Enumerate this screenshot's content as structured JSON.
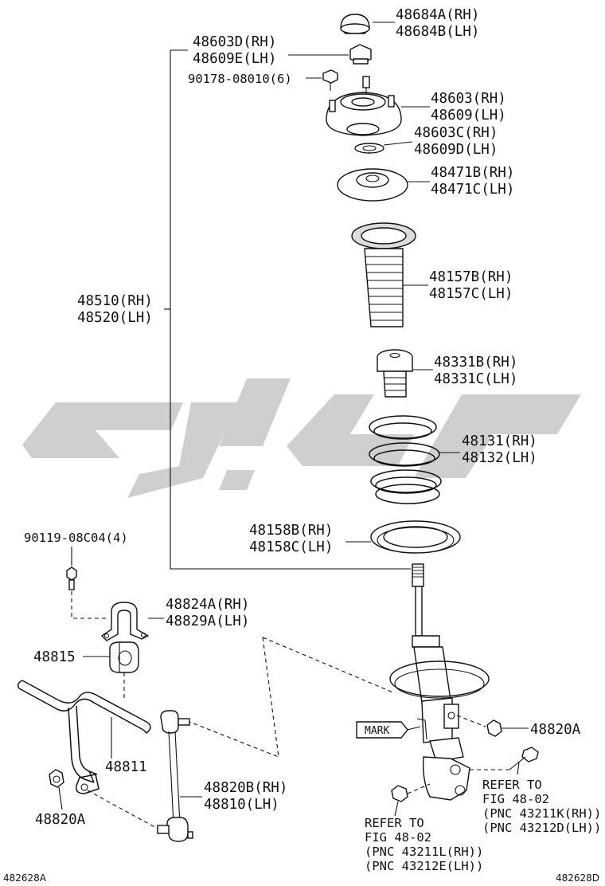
{
  "labels": {
    "mount_cap_a": "48684A(RH)",
    "mount_cap_b": "48684B(LH)",
    "nut_d": "48603D(RH)",
    "nut_e": "48609E(LH)",
    "mount_bolt": "90178-08010(6)",
    "mount_rh": "48603(RH)",
    "mount_lh": "48609(LH)",
    "washer_c": "48603C(RH)",
    "washer_d": "48609D(LH)",
    "insul_b": "48471B(RH)",
    "insul_c": "48471C(LH)",
    "boot_b": "48157B(RH)",
    "boot_c": "48157C(LH)",
    "strut_rh": "48510(RH)",
    "strut_lh": "48520(LH)",
    "bumper_b": "48331B(RH)",
    "bumper_c": "48331C(LH)",
    "spring_rh": "48131(RH)",
    "spring_lh": "48132(LH)",
    "seat_b": "48158B(RH)",
    "seat_c": "48158C(LH)",
    "bracket_bolt": "90119-08C04(4)",
    "bracket_a": "48824A(RH)",
    "bracket_b": "48829A(LH)",
    "bushing": "48815",
    "stabilizer_bar": "48811",
    "link_nut_right": "48820A",
    "link_nut_left": "48820A",
    "link_b": "48820B(RH)",
    "link_lh": "48810(LH)",
    "mark": "MARK",
    "refer_right_1": "REFER TO",
    "refer_right_2": "FIG 48-02",
    "refer_right_3": "(PNC 43211K(RH))",
    "refer_right_4": "(PNC 43212D(LH))",
    "refer_bottom_1": "REFER TO",
    "refer_bottom_2": "FIG 48-02",
    "refer_bottom_3": "(PNC 43211L(RH))",
    "refer_bottom_4": "(PNC 43212E(LH))",
    "code_left": "482628A",
    "code_right": "482628D"
  },
  "colors": {
    "line": "#111111",
    "watermark": "#cfcfcf",
    "background": "#ffffff"
  }
}
